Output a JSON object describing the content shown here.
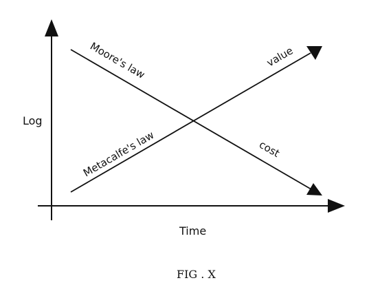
{
  "diagram": {
    "x_axis_label": "Time",
    "y_axis_label": "Log",
    "lines": {
      "moores_law": {
        "label": "Moore's law",
        "end_label": "cost"
      },
      "metcalfes_law": {
        "label": "Metacalfe's law",
        "end_label": "value"
      }
    },
    "caption": "FIG . X",
    "colors": {
      "stroke": "#111111",
      "background": "#ffffff"
    }
  }
}
